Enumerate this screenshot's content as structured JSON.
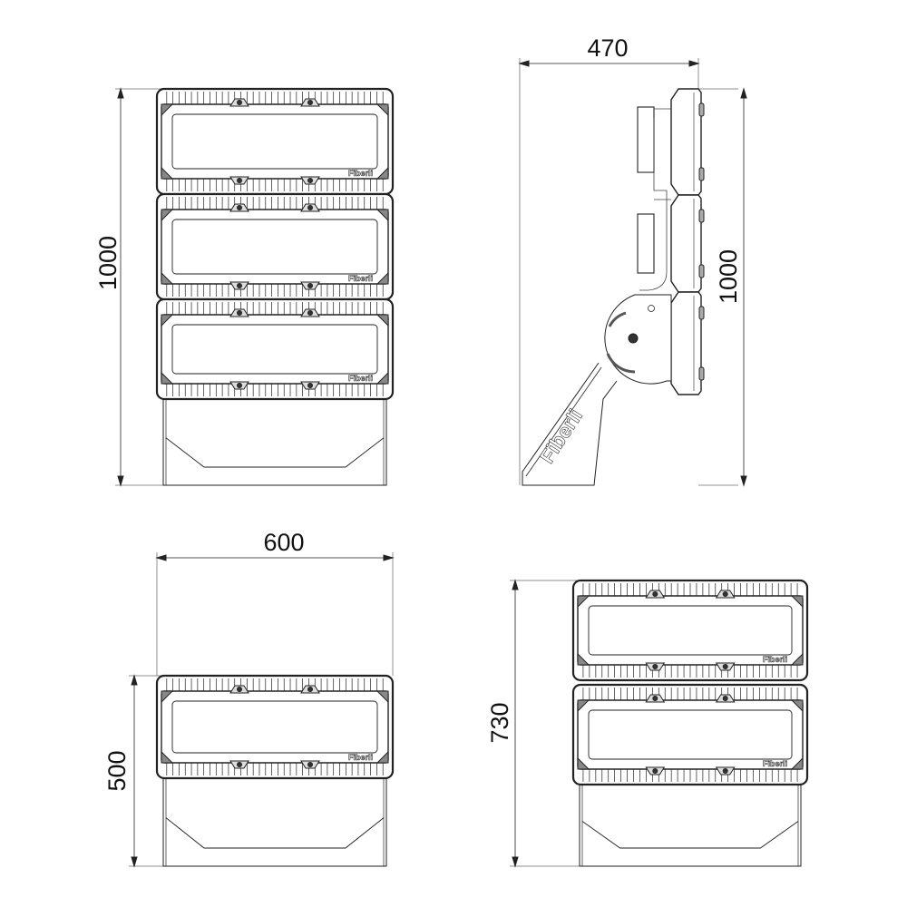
{
  "drawing": {
    "brand": "Fiberli",
    "views": {
      "front_three_module": {
        "height_label": "1000"
      },
      "side_view": {
        "depth_label": "470",
        "height_label": "1000"
      },
      "front_single_module": {
        "width_label": "600",
        "height_label": "500"
      },
      "front_two_module": {
        "height_label": "730"
      }
    }
  }
}
